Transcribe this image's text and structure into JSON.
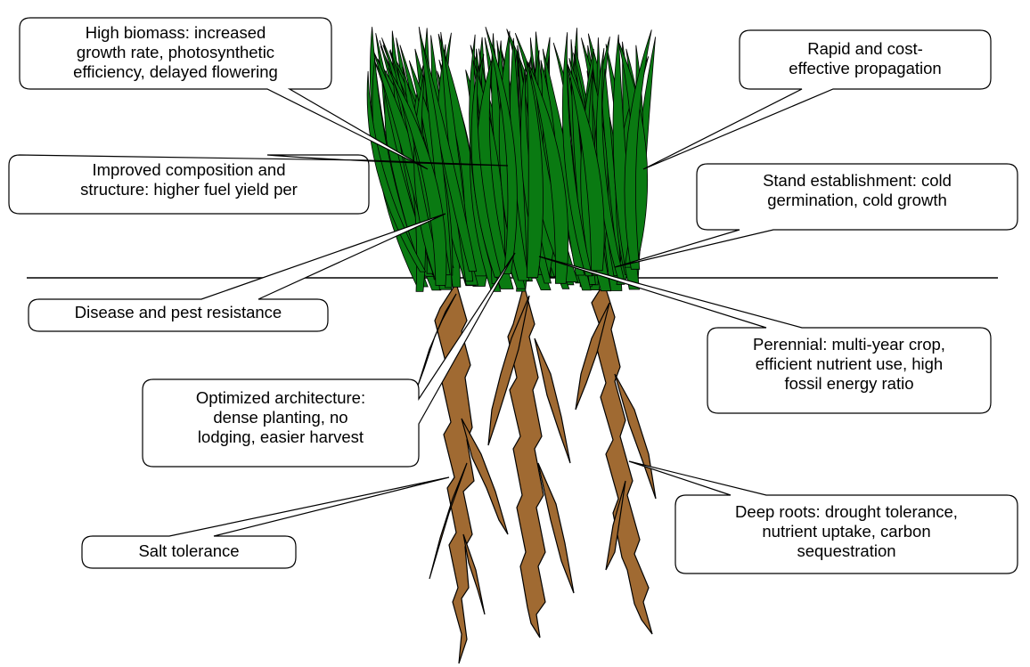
{
  "colors": {
    "blade_fill": "#0a7a12",
    "blade_stroke": "#000000",
    "root_fill": "#a06a32",
    "root_stroke": "#000000",
    "callout_fill": "#ffffff",
    "callout_stroke": "#000000"
  },
  "callouts": {
    "high_biomass": [
      "High biomass: increased",
      "growth rate, photosynthetic",
      "efficiency, delayed flowering"
    ],
    "propagation": [
      "Rapid and cost-",
      "effective propagation"
    ],
    "composition": [
      "Improved composition and",
      "structure: higher fuel yield per"
    ],
    "stand": [
      "Stand establishment: cold",
      "germination, cold growth"
    ],
    "disease": [
      "Disease and pest resistance"
    ],
    "perennial": [
      "Perennial: multi-year crop,",
      "efficient nutrient use, high",
      "fossil energy ratio"
    ],
    "architecture": [
      "Optimized architecture:",
      "dense planting, no",
      "lodging, easier harvest"
    ],
    "salt": [
      "Salt tolerance"
    ],
    "roots": [
      "Deep roots: drought tolerance,",
      "nutrient uptake, carbon",
      "sequestration"
    ]
  }
}
